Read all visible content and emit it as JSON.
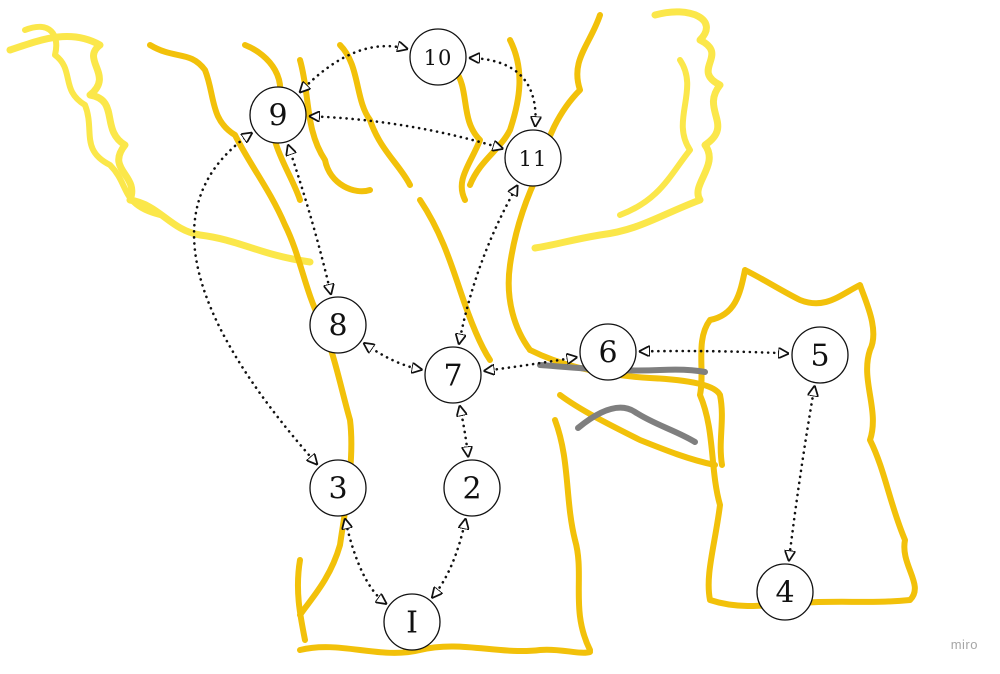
{
  "colors": {
    "trunk": "#f2c10a",
    "canopy": "#fbe74a",
    "bridge": "#7f7f7f",
    "ink": "#111111"
  },
  "nodes": [
    {
      "id": "1",
      "label": "I"
    },
    {
      "id": "2",
      "label": "2"
    },
    {
      "id": "3",
      "label": "3"
    },
    {
      "id": "4",
      "label": "4"
    },
    {
      "id": "5",
      "label": "5"
    },
    {
      "id": "6",
      "label": "6"
    },
    {
      "id": "7",
      "label": "7"
    },
    {
      "id": "8",
      "label": "8"
    },
    {
      "id": "9",
      "label": "9"
    },
    {
      "id": "10",
      "label": "10"
    },
    {
      "id": "11",
      "label": "11"
    }
  ],
  "edges": [
    {
      "from": "1",
      "to": "3"
    },
    {
      "from": "1",
      "to": "2"
    },
    {
      "from": "2",
      "to": "7"
    },
    {
      "from": "3",
      "to": "9"
    },
    {
      "from": "7",
      "to": "8"
    },
    {
      "from": "8",
      "to": "9"
    },
    {
      "from": "7",
      "to": "11"
    },
    {
      "from": "7",
      "to": "6"
    },
    {
      "from": "6",
      "to": "5"
    },
    {
      "from": "5",
      "to": "4"
    },
    {
      "from": "9",
      "to": "10"
    },
    {
      "from": "9",
      "to": "11"
    },
    {
      "from": "10",
      "to": "11"
    }
  ],
  "watermark": "miro"
}
